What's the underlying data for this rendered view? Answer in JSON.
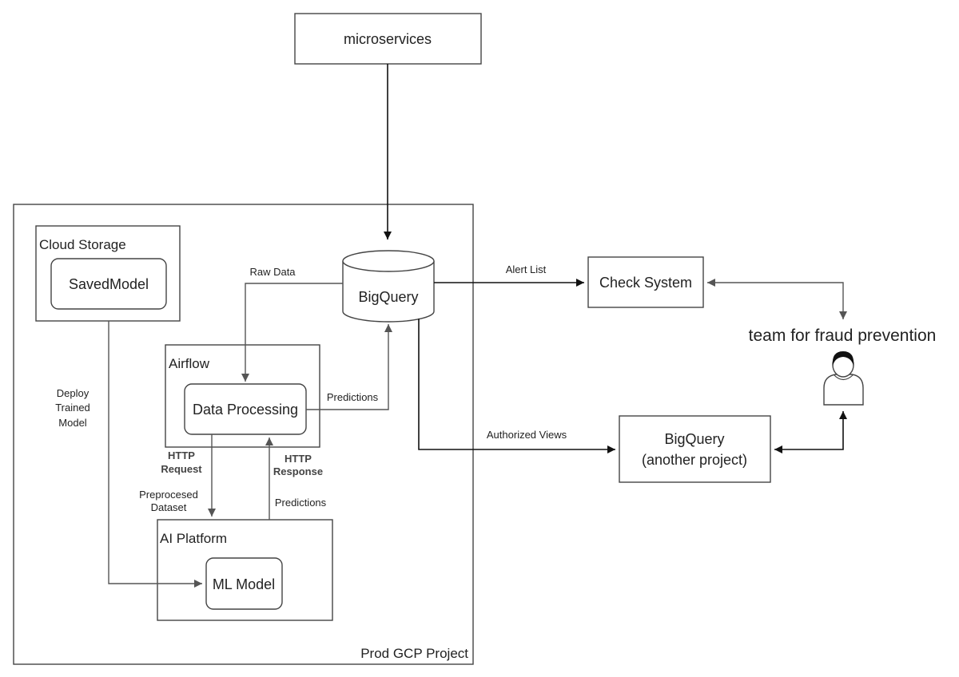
{
  "nodes": {
    "microservices": "microservices",
    "prod_project": "Prod GCP Project",
    "cloud_storage": "Cloud Storage",
    "saved_model": "SavedModel",
    "airflow": "Airflow",
    "data_processing": "Data Processing",
    "ai_platform": "AI Platform",
    "ml_model": "ML Model",
    "bigquery": "BigQuery",
    "check_system": "Check System",
    "bigquery_other_line1": "BigQuery",
    "bigquery_other_line2": "(another project)",
    "fraud_team": "team for fraud prevention"
  },
  "edges": {
    "raw_data": "Raw Data",
    "predictions_to_bq": "Predictions",
    "alert_list": "Alert List",
    "authorized_views": "Authorized Views",
    "deploy_line1": "Deploy",
    "deploy_line2": "Trained",
    "deploy_line3": "Model",
    "http_request_line1": "HTTP",
    "http_request_line2": "Request",
    "http_response_line1": "HTTP",
    "http_response_line2": "Response",
    "preprocessed_line1": "Preprocesed",
    "preprocessed_line2": "Dataset",
    "predictions_to_airflow": "Predictions"
  },
  "icons": {
    "person": "person-icon",
    "database": "database-cylinder-icon"
  }
}
